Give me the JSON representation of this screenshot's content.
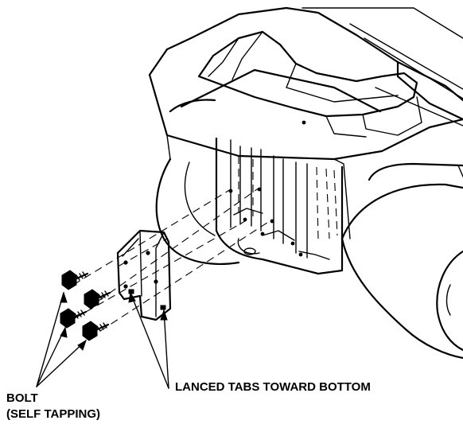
{
  "labels": {
    "bolt": "BOLT",
    "self_tapping": "(SELF TAPPING)",
    "lanced_tabs": "LANCED TABS TOWARD BOTTOM"
  }
}
